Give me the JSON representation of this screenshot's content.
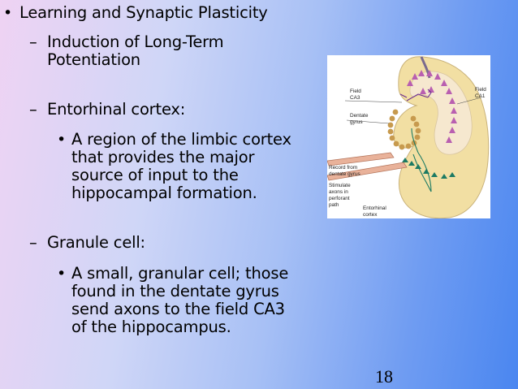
{
  "slide": {
    "bullet1": "Learning and Synaptic Plasticity",
    "sub1": [
      "Induction of Long-Term",
      "Potentiation"
    ],
    "sub2": "Entorhinal cortex:",
    "sub2_detail": [
      "A region of the limbic cortex",
      "that provides the major",
      "source of input to the",
      "hippocampal formation."
    ],
    "sub3": "Granule cell:",
    "sub3_detail": [
      "A small, granular cell; those",
      "found in the dentate gyrus",
      "send axons to the field CA3",
      "of the hippocampus."
    ],
    "page_number": "18"
  },
  "diagram": {
    "labels": {
      "field_ca3": [
        "Field",
        "CA3"
      ],
      "dentate_gyrus": [
        "Dentate",
        "gyrus"
      ],
      "field_ca1": [
        "Field",
        "CA1"
      ],
      "record": [
        "Record from",
        "dentate gyrus"
      ],
      "stimulate": [
        "Stimulate",
        "axons in",
        "perforant",
        "path"
      ],
      "entorhinal": [
        "Entorhinal",
        "cortex"
      ]
    },
    "colors": {
      "tissue": "#f2dfa3",
      "inner": "#f6e8cf",
      "pyramidal": "#b95fb0",
      "granule": "#c79a4e",
      "entorhinal_cells": "#1b7a63",
      "electrode": "#e9b29a"
    }
  }
}
